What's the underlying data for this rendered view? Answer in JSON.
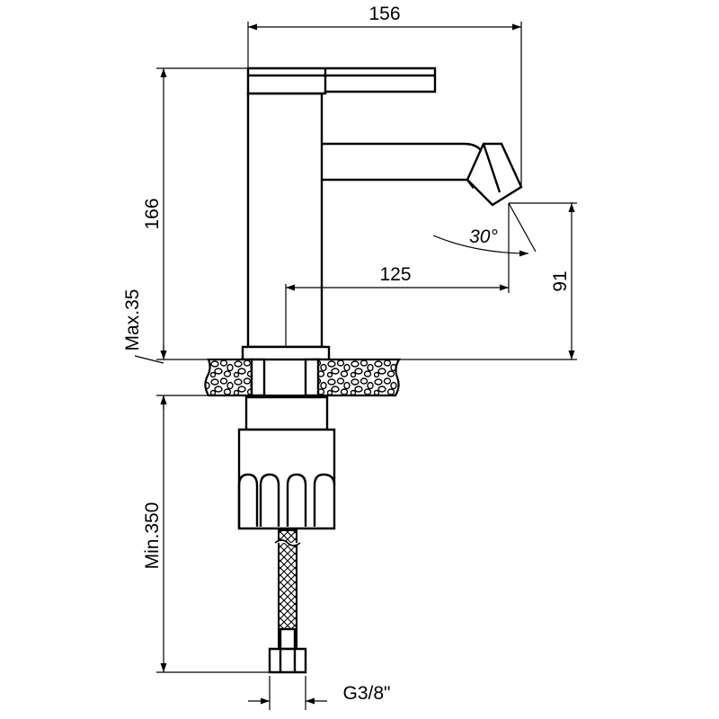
{
  "dimensions": {
    "overall_reach": "156",
    "spout_height": "166",
    "spout_projection": "125",
    "spout_outlet_height": "91",
    "outlet_angle": "30°",
    "max_deck_thickness": "Max.35",
    "min_hose_length": "Min.350",
    "connection_thread": "G3/8\""
  },
  "colors": {
    "line": "#000000",
    "background": "#ffffff"
  }
}
